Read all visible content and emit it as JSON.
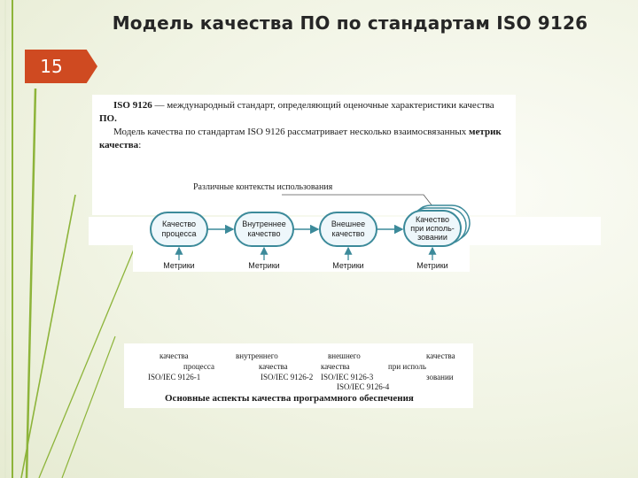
{
  "slide": {
    "title": "Модель качества ПО по стандартам ISO 9126",
    "number": "15",
    "accent_color": "#cf4a21",
    "decor_color": "#8db43a"
  },
  "intro": {
    "p1_bold": "ISO 9126",
    "p1_rest": " — международный стандарт, определяющий оценочные характеристики качества ",
    "p1_bold2": "ПО.",
    "p2_start": "Модель качества по стандартам ISO 9126 рассматривает несколько взаимосвязанных ",
    "p2_bold": "метрик качества",
    "p2_end": ":"
  },
  "diagram": {
    "context_label": "Различные контексты использования",
    "nodes": [
      {
        "line1": "Качество",
        "line2": "процесса",
        "line3": ""
      },
      {
        "line1": "Внутреннее",
        "line2": "качество",
        "line3": ""
      },
      {
        "line1": "Внешнее",
        "line2": "качество",
        "line3": ""
      },
      {
        "line1": "Качество",
        "line2": "при исполь-",
        "line3": "зовании"
      }
    ],
    "metric_label": "Метрики"
  },
  "legend": {
    "row1": [
      "качества",
      "внутреннего",
      "внешнего",
      "качества"
    ],
    "row2": [
      "процесса",
      "качества",
      "качества",
      "при исполь"
    ],
    "row3": [
      "ISO/IEC 9126-1",
      "ISO/IEC 9126-2",
      "ISO/IEC 9126-3",
      "зовании"
    ],
    "row4": "ISO/IEC 9126-4",
    "caption": "Основные аспекты качества программного обеспечения"
  }
}
